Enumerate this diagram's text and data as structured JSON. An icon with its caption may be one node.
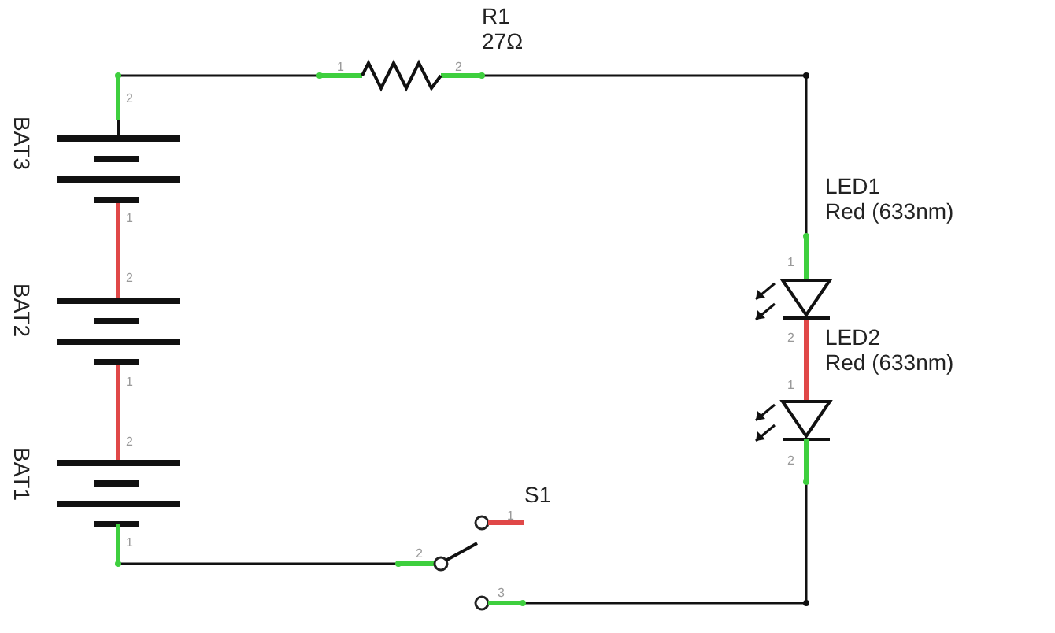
{
  "diagram": {
    "nodes": [
      {
        "text": [
          "R1",
          "27Ω"
        ]
      },
      {
        "text": [
          "BAT3"
        ]
      },
      {
        "text": [
          "LED1",
          "Red (633nm)"
        ]
      },
      {
        "text": [
          "BAT2"
        ]
      },
      {
        "text": [
          "LED2",
          "Red (633nm)"
        ]
      },
      {
        "text": [
          "BAT1"
        ]
      },
      {
        "text": [
          "S1"
        ]
      }
    ],
    "edges": [
      {
        "from": 1,
        "to": 0,
        "arrow": "none"
      },
      {
        "from": 0,
        "to": 2,
        "arrow": "none"
      },
      {
        "from": 2,
        "to": 4,
        "arrow": "none",
        "style": "thick",
        "color": "#e04848"
      },
      {
        "from": 1,
        "to": 3,
        "arrow": "none",
        "style": "thick",
        "color": "#e04848"
      },
      {
        "from": 3,
        "to": 5,
        "arrow": "none",
        "style": "thick",
        "color": "#e04848"
      },
      {
        "from": 5,
        "to": 6,
        "arrow": "none"
      },
      {
        "from": 6,
        "to": 4,
        "arrow": "none"
      }
    ],
    "labels": [
      "1",
      "2",
      "2",
      "1",
      "2",
      "1",
      "2",
      "1",
      "1",
      "2",
      "2",
      "1",
      "1",
      "2",
      "3"
    ]
  }
}
